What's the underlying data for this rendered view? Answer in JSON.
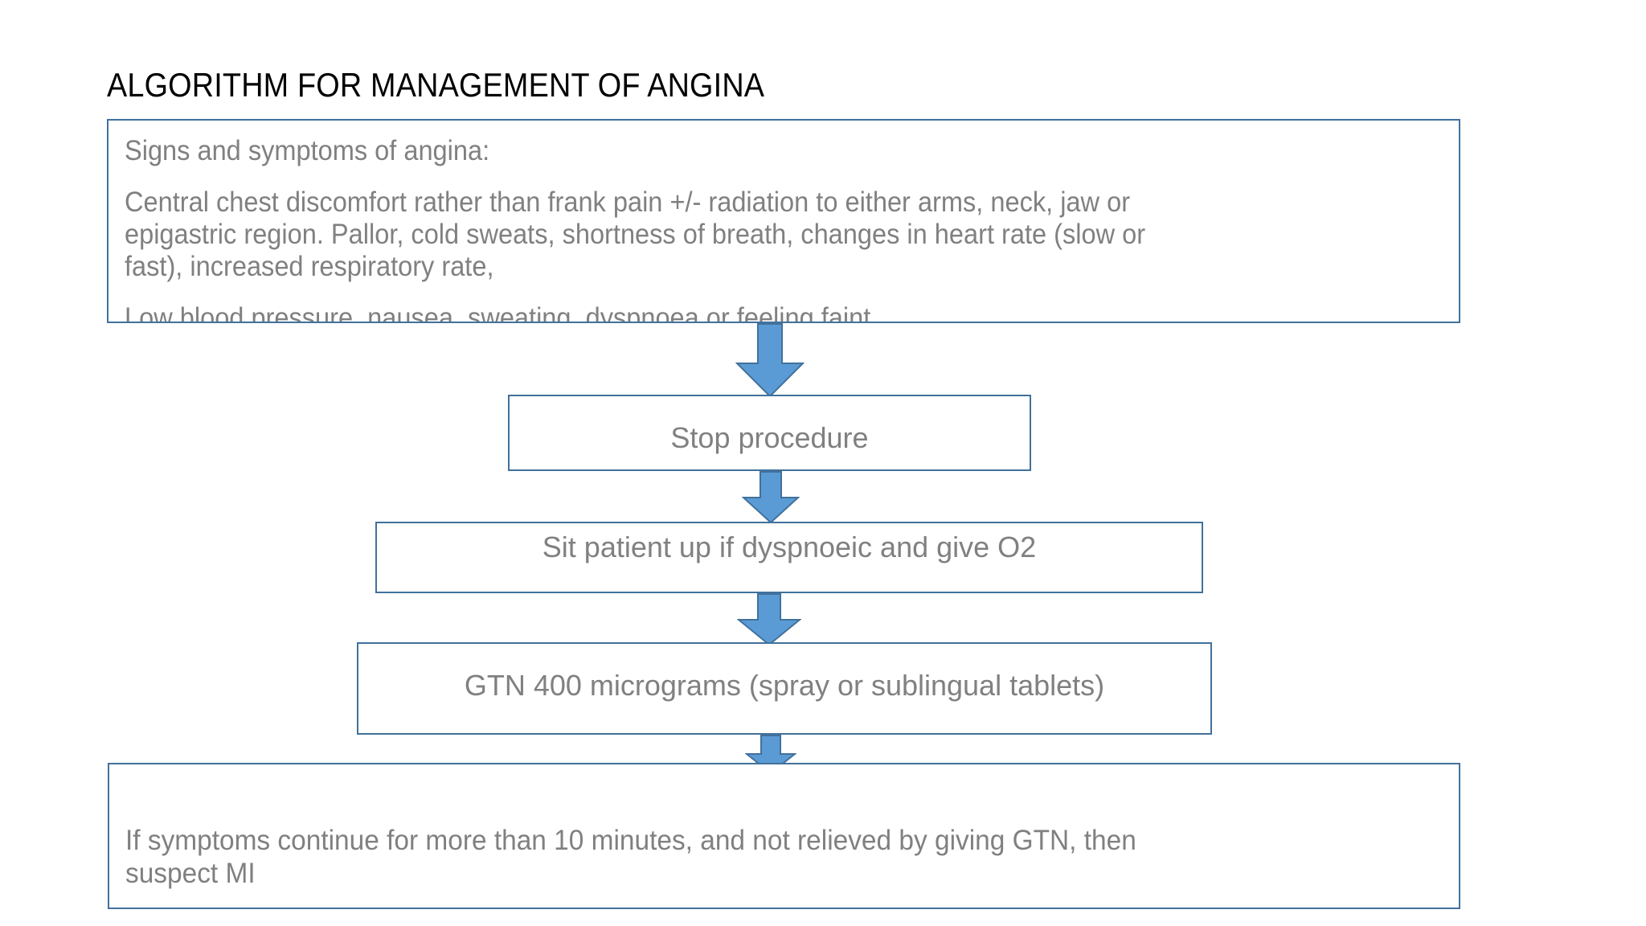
{
  "page": {
    "title": "ALGORITHM FOR MANAGEMENT OF ANGINA",
    "background_color": "#FFFFFF"
  },
  "colors": {
    "box_border": "#41719C",
    "box_fill": "#FFFFFF",
    "arrow_fill": "#5B9BD5",
    "arrow_outline": "#41719C",
    "body_text": "#808080",
    "title_text": "#000000"
  },
  "flowchart": {
    "steps": [
      {
        "id": "signs-and-symptoms",
        "heading": "Signs and symptoms of angina:",
        "paragraph": "Central chest discomfort rather than frank pain +/- radiation to either arms, neck, jaw or epigastric region. Pallor, cold sweats, shortness of breath, changes in heart rate (slow or fast), increased respiratory rate,",
        "paragraph_lines": [
          "Central chest discomfort rather than frank pain +/- radiation to either arms, neck, jaw or",
          "epigastric region. Pallor, cold sweats, shortness of breath, changes in heart rate (slow or",
          "fast), increased respiratory rate,"
        ],
        "closing": "Low blood pressure, nausea, sweating, dyspnoea or feeling faint"
      },
      {
        "id": "stop-procedure",
        "label": "Stop procedure"
      },
      {
        "id": "sit-patient-up",
        "label": "Sit patient up if dyspnoeic and give O2"
      },
      {
        "id": "gtn",
        "label": "GTN 400 micrograms (spray or sublingual tablets)"
      },
      {
        "id": "suspect-mi",
        "label": "If symptoms continue for more than 10 minutes, and not relieved by giving GTN, then suspect MI",
        "lines": [
          "If symptoms continue for more than 10 minutes, and not relieved by giving GTN, then",
          "suspect MI"
        ]
      }
    ],
    "connectors": [
      {
        "id": "connector-1",
        "icon": "down-arrow-icon"
      },
      {
        "id": "connector-2",
        "icon": "down-arrow-icon"
      },
      {
        "id": "connector-3",
        "icon": "down-arrow-icon"
      },
      {
        "id": "connector-4",
        "icon": "down-arrow-icon"
      }
    ]
  }
}
